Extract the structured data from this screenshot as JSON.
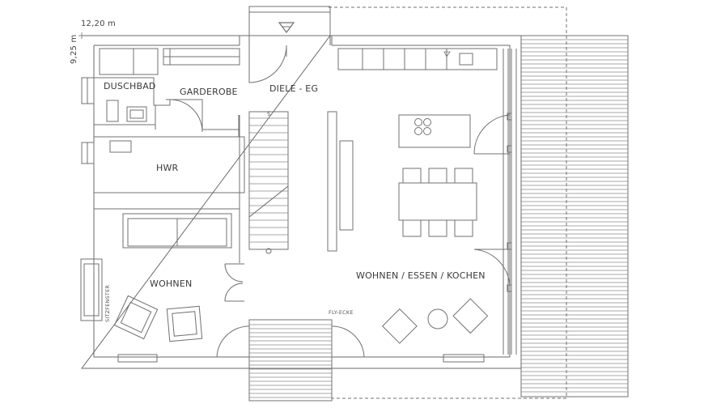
{
  "dimensions": {
    "width": "12,20 m",
    "depth": "9,25 m"
  },
  "rooms": {
    "duschbad": "DUSCHBAD",
    "garderobe": "GARDEROBE",
    "diele": "DIELE - EG",
    "hwr": "HWR",
    "wohnen": "WOHNEN",
    "wohnen_essen_kochen": "WOHNEN / ESSEN / KOCHEN"
  },
  "annotations": {
    "sitzfenster": "SITZFENSTER",
    "fly_ecke": "FLY-ECKE",
    "stair_number": "5"
  },
  "colors": {
    "line": "#6b6b6b",
    "wall": "#7a7a7a",
    "background": "#ffffff"
  }
}
